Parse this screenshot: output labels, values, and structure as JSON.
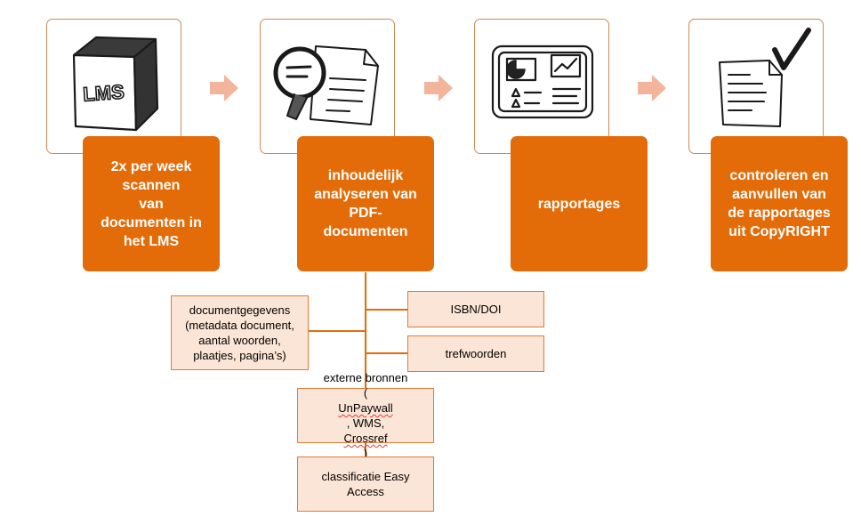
{
  "steps": [
    {
      "icon": "lms-box-icon",
      "label": "2x per week\nscannen\nvan\ndocumenten in\nhet LMS"
    },
    {
      "icon": "magnifier-document-icon",
      "label": "inhoudelijk\nanalyseren van\nPDF-\ndocumenten"
    },
    {
      "icon": "dashboard-report-icon",
      "label": "rapportages"
    },
    {
      "icon": "checked-document-icon",
      "label": "controleren en\naanvullen van\nde rapportages\nuit CopyRIGHT"
    }
  ],
  "icon_text": {
    "lms": "LMS"
  },
  "sub_items": {
    "documentgegevens": "documentgegevens\n(metadata document,\naantal woorden,\nplaatjes, pagina’s)",
    "isbn": "ISBN/DOI",
    "trefwoorden": "trefwoorden",
    "externe_line1": "externe bronnen",
    "externe_open": "(",
    "externe_unpaywall": "UnPaywall",
    "externe_mid": ", WMS,",
    "externe_crossref": "Crossref",
    "externe_close": ")",
    "classificatie": "classificatie Easy\nAccess"
  },
  "colors": {
    "step_fill": "#e36c09",
    "card_border": "#d08a55",
    "sub_fill": "#fbe5d6",
    "sub_border": "#e07b39",
    "arrow": "#f2b49a",
    "connector": "#e36c09"
  }
}
